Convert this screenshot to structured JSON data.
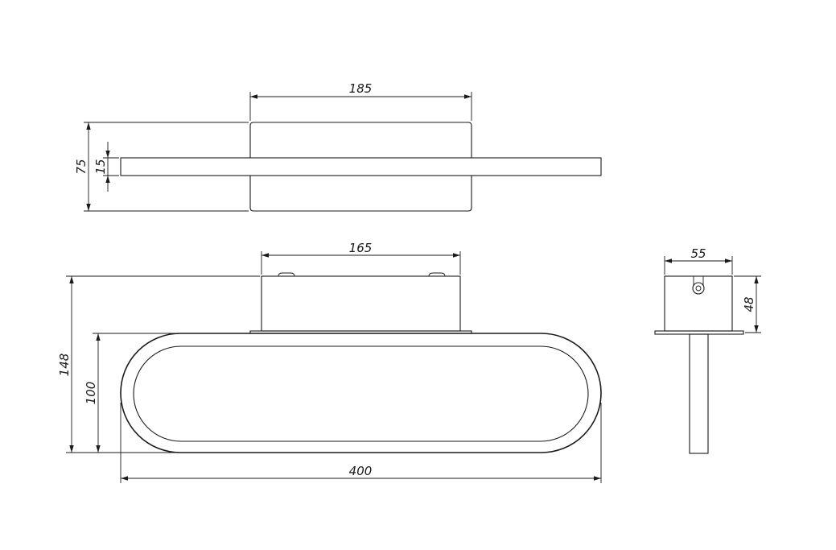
{
  "drawing": {
    "top_view": {
      "width_label": "185",
      "height_label": "75",
      "bar_thickness_label": "15"
    },
    "front_view": {
      "base_width_label": "165",
      "total_height_label": "148",
      "ring_height_label": "100",
      "total_length_label": "400"
    },
    "side_view": {
      "depth_label": "55",
      "base_height_label": "48"
    },
    "colors": {
      "line": "#1a1a1a",
      "background": "#ffffff"
    }
  }
}
